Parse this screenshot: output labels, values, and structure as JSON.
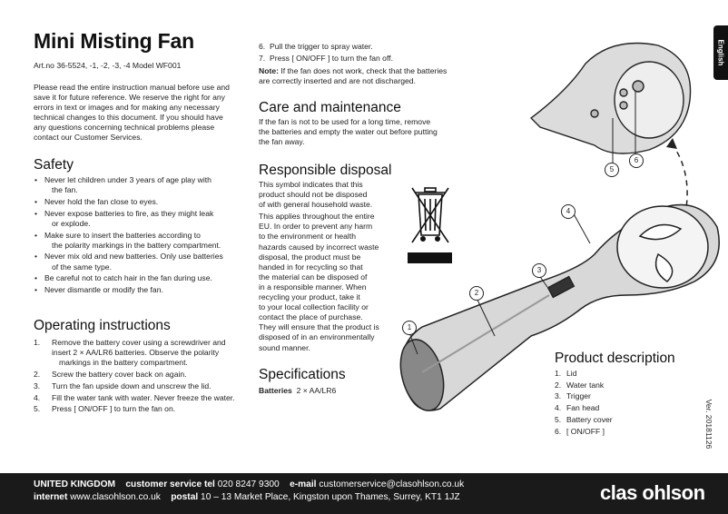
{
  "title": "Mini Misting Fan",
  "meta": "Art.no  36-5524, -1, -2, -3, -4  Model  WF001",
  "intro": [
    "Please read the entire instruction manual before use and",
    "save it for future reference. We reserve the right for any",
    "errors in text or images and for making any necessary",
    "technical changes to this document. If you should have",
    "any questions concerning technical problems please",
    "contact our Customer Services."
  ],
  "safety": {
    "heading": "Safety",
    "items": [
      [
        "Never let children under 3 years of age play with",
        "the fan."
      ],
      [
        "Never hold the fan close to eyes."
      ],
      [
        "Never expose batteries to fire, as they might leak",
        "or explode."
      ],
      [
        "Make sure to insert the batteries according to",
        "the polarity markings in the battery compartment."
      ],
      [
        "Never mix old and new batteries. Only use batteries",
        "of the same type."
      ],
      [
        "Be careful not to catch hair in the fan during use."
      ],
      [
        "Never dismantle or modify the fan."
      ]
    ]
  },
  "operating": {
    "heading": "Operating instructions",
    "steps": [
      {
        "n": "1.",
        "lines": [
          "Remove the battery cover using a screwdriver and",
          "insert 2 × AA/LR6 batteries. Observe the polarity",
          "markings in the battery compartment."
        ]
      },
      {
        "n": "2.",
        "lines": [
          "Screw the battery cover back on again."
        ]
      },
      {
        "n": "3.",
        "lines": [
          "Turn the fan upside down and unscrew the lid."
        ]
      },
      {
        "n": "4.",
        "lines": [
          "Fill the water tank with water. Never freeze the water."
        ]
      },
      {
        "n": "5.",
        "lines": [
          "Press [ ON/OFF ] to turn the fan on."
        ]
      }
    ],
    "steps_cont": [
      {
        "n": "6.",
        "text": "Pull the trigger to spray water."
      },
      {
        "n": "7.",
        "text": "Press [ ON/OFF ] to turn the fan off."
      }
    ],
    "note_label": "Note:",
    "note_lines": [
      "If the fan does not work, check that the batteries",
      "are correctly inserted and are not discharged."
    ]
  },
  "care": {
    "heading": "Care and maintenance",
    "lines": [
      "If the fan is not to be used for a long time, remove",
      "the batteries and empty the water out before putting",
      "the fan away."
    ]
  },
  "disposal": {
    "heading": "Responsible disposal",
    "p1": [
      "This symbol indicates that this",
      "product should not be disposed",
      "of with general household waste."
    ],
    "p2": [
      "This applies throughout the entire",
      "EU. In order to prevent any harm",
      "to the environment or health",
      "hazards caused by incorrect waste",
      "disposal, the product must be",
      "handed in for recycling so that",
      "the material can be disposed of",
      "in a responsible manner. When",
      "recycling your product, take it",
      "to your local collection facility or",
      "contact the place of purchase.",
      "They will ensure that the product is",
      "disposed of in an environmentally",
      "sound manner."
    ]
  },
  "specs": {
    "heading": "Specifications",
    "label": "Batteries",
    "value": "2 × AA/LR6"
  },
  "product": {
    "heading": "Product description",
    "items": [
      {
        "n": "1.",
        "text": "Lid"
      },
      {
        "n": "2.",
        "text": "Water tank"
      },
      {
        "n": "3.",
        "text": "Trigger"
      },
      {
        "n": "4.",
        "text": "Fan head"
      },
      {
        "n": "5.",
        "text": "Battery cover"
      },
      {
        "n": "6.",
        "text": "[ ON/OFF ]"
      }
    ]
  },
  "callouts": [
    "1",
    "2",
    "3",
    "4",
    "5",
    "6"
  ],
  "language_tab": "English",
  "version": "Ver. 20181126",
  "footer": {
    "country": "UNITED KINGDOM",
    "cs_label": "customer service",
    "tel_label": "tel",
    "tel": "020 8247 9300",
    "email_label": "e-mail",
    "email": "customerservice@clasohlson.co.uk",
    "internet_label": "internet",
    "internet": "www.clasohlson.co.uk",
    "postal_label": "postal",
    "postal": "10 – 13 Market Place, Kingston upon Thames, Surrey, KT1 1JZ",
    "brand": "clas ohlson"
  },
  "icons": [
    "weee-crossed-bin-icon",
    "rotate-arrow-icon"
  ],
  "colors": {
    "footer_bg": "#1a1a1a",
    "text": "#222222",
    "illustration_fill": "#d6d6d6"
  }
}
